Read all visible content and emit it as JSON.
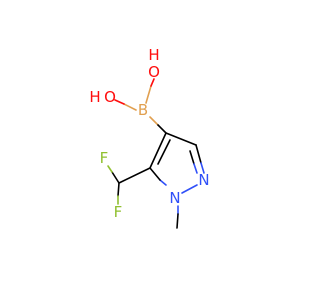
{
  "molecule": {
    "atoms": {
      "o_top": {
        "label": "O",
        "sub": "H",
        "color": "#ff0d0d"
      },
      "o_left": {
        "label": "O",
        "pre": "H",
        "color": "#ff0d0d"
      },
      "boron": {
        "label": "B",
        "color": "#e1a050"
      },
      "f_top": {
        "label": "F",
        "color": "#90c030"
      },
      "f_bottom": {
        "label": "F",
        "color": "#90c030"
      },
      "n_ring": {
        "label": "N",
        "color": "#3050f8"
      },
      "n_methyl": {
        "label": "N",
        "color": "#3050f8"
      }
    },
    "bond_color": "#000000",
    "hydrogen_color": "#ff0d0d"
  }
}
